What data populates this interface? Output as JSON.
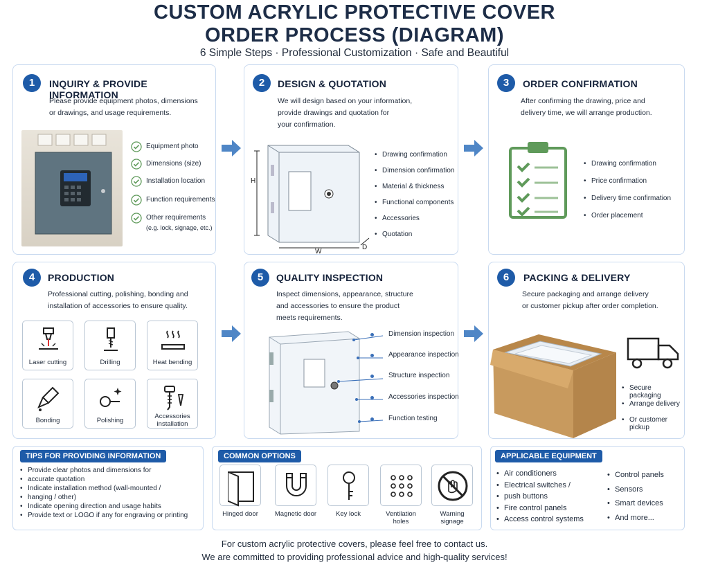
{
  "header": {
    "title_line1": "CUSTOM ACRYLIC PROTECTIVE COVER",
    "title_line2": "ORDER PROCESS (DIAGRAM)",
    "subtitle": "6 Simple Steps  ·  Professional Customization  ·  Safe and Beautiful"
  },
  "steps": [
    {
      "num": "1",
      "title": "INQUIRY & PROVIDE INFORMATION",
      "desc1": "Please provide equipment photos, dimensions",
      "desc2": "or drawings, and usage requirements.",
      "items": [
        "Equipment photo",
        "Dimensions (size)",
        "Installation location",
        "Function requirements",
        "Other requirements"
      ],
      "items_note": "(e.g. lock, signage, etc.)"
    },
    {
      "num": "2",
      "title": "DESIGN & QUOTATION",
      "desc1": "We will design based on your information,",
      "desc2": "provide drawings and quotation for",
      "desc3": "your confirmation.",
      "dim_h": "H",
      "dim_w": "W",
      "dim_d": "D",
      "items": [
        "Drawing confirmation",
        "Dimension confirmation",
        "Material & thickness",
        "Functional components",
        "Accessories",
        "Quotation"
      ]
    },
    {
      "num": "3",
      "title": "ORDER CONFIRMATION",
      "desc1": "After confirming the drawing, price and",
      "desc2": "delivery time, we will arrange production.",
      "items": [
        "Drawing confirmation",
        "Price confirmation",
        "Delivery time confirmation",
        "Order placement"
      ]
    },
    {
      "num": "4",
      "title": "PRODUCTION",
      "desc1": "Professional cutting, polishing, bonding and",
      "desc2": "installation of accessories to ensure quality.",
      "tiles": [
        "Laser cutting",
        "Drilling",
        "Heat bending",
        "Bonding",
        "Polishing"
      ],
      "tile6_l1": "Accessories",
      "tile6_l2": "installation"
    },
    {
      "num": "5",
      "title": "QUALITY INSPECTION",
      "desc1": "Inspect dimensions, appearance, structure",
      "desc2": "and accessories to ensure the product",
      "desc3": "meets requirements.",
      "items": [
        "Dimension inspection",
        "Appearance inspection",
        "Structure inspection",
        "Accessories inspection",
        "Function testing"
      ]
    },
    {
      "num": "6",
      "title": "PACKING & DELIVERY",
      "desc1": "Secure packaging and arrange delivery",
      "desc2": "or customer pickup after order completion.",
      "items": [
        "Secure packaging",
        "Arrange delivery",
        "Or customer pickup"
      ]
    }
  ],
  "tips": {
    "title": "TIPS FOR PROVIDING INFORMATION",
    "items": [
      "Provide clear photos and dimensions for",
      "accurate quotation",
      "Indicate installation method (wall-mounted /",
      "hanging / other)",
      "Indicate opening direction and usage habits",
      "Provide text or LOGO if any for engraving or printing"
    ]
  },
  "options": {
    "title": "COMMON OPTIONS",
    "items": [
      "Hinged door",
      "Magnetic door",
      "Key lock"
    ],
    "vent_l1": "Ventilation",
    "vent_l2": "holes",
    "warn_l1": "Warning",
    "warn_l2": "signage"
  },
  "equipment": {
    "title": "APPLICABLE EQUIPMENT",
    "col1": [
      "Air conditioners",
      "Electrical switches /",
      "push buttons",
      "Fire control panels",
      "Access control systems"
    ],
    "col2": [
      "Control panels",
      "Sensors",
      "Smart devices",
      "And more..."
    ]
  },
  "footer": {
    "line1": "For custom acrylic protective covers, please feel free to contact us.",
    "line2": "We are committed to providing professional advice and high-quality services!"
  },
  "colors": {
    "accent": "#1e5ba8",
    "card_border": "#c9daf0",
    "arrow": "#4f86c6",
    "clipboard": "#5f9a5a",
    "box": "#c89a5e"
  }
}
